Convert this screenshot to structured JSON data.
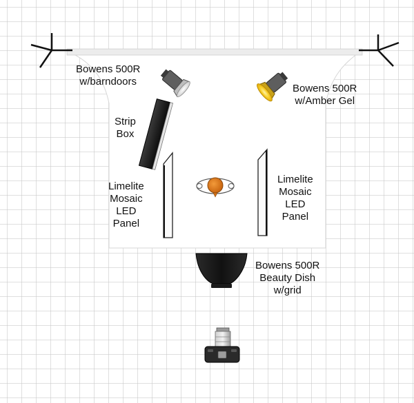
{
  "labels": {
    "bowens_barndoors": [
      "Bowens 500R",
      "w/barndoors"
    ],
    "bowens_amber": [
      "Bowens 500R",
      "w/Amber Gel"
    ],
    "strip_box": [
      "Strip",
      "Box"
    ],
    "limelite_left": [
      "Limelite",
      "Mosaic",
      "LED",
      "Panel"
    ],
    "limelite_right": [
      "Limelite",
      "Mosaic",
      "LED",
      "Panel"
    ],
    "beauty_dish": [
      "Bowens 500R",
      "Beauty Dish",
      "w/grid"
    ]
  },
  "colors": {
    "grid_dot": "#b5b5b5",
    "backdrop": "#ffffff",
    "backdrop_edge": "#cfcfcf",
    "amber_gel": "#f2c21b",
    "subject_head": "#e07c1f",
    "equipment_dark": "#1f1f1f",
    "light_head_grey": "#6f6f6f"
  },
  "icons": {
    "backdrop_stand": "tripod-stand-icon",
    "strobe": "strobe-head-icon",
    "strip_box": "strip-softbox-icon",
    "led_panel": "led-panel-icon",
    "beauty_dish": "beauty-dish-icon",
    "subject": "subject-top-view-icon",
    "camera": "camera-icon"
  }
}
